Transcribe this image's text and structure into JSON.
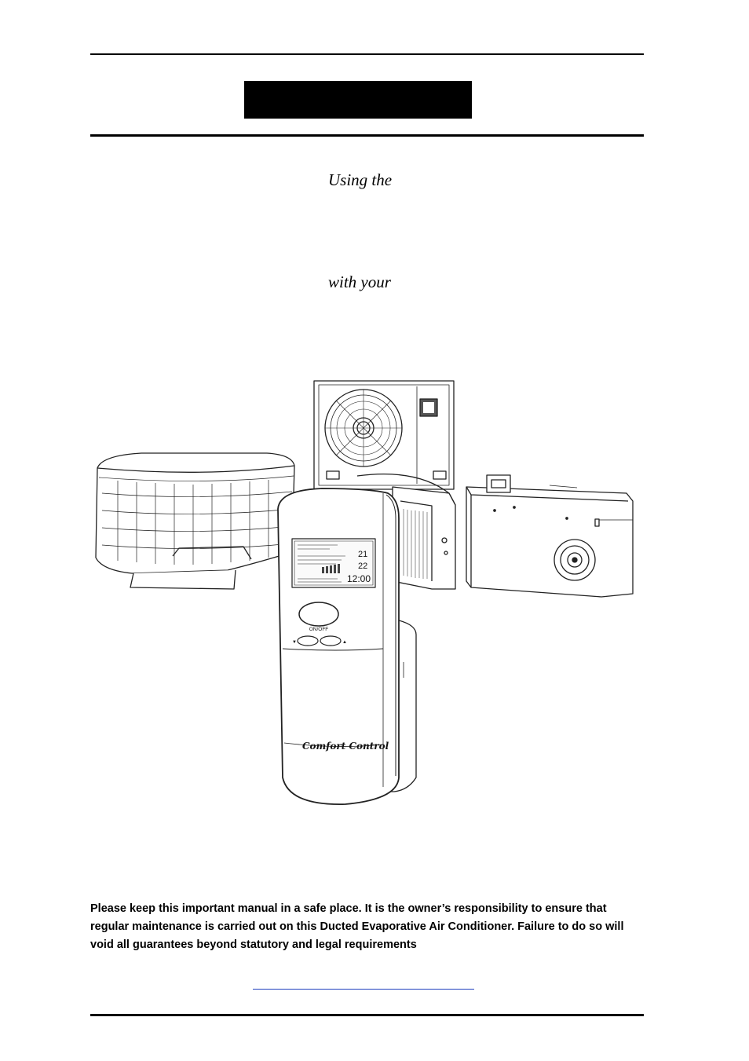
{
  "header": {
    "title_box_text": ""
  },
  "intro": {
    "line1": "Using the",
    "line2": "with your"
  },
  "remote": {
    "lcd_temp_1": "21",
    "lcd_temp_2": "22",
    "lcd_clock": "12:00",
    "button_label": "ON/OFF",
    "down_arrow": "▼",
    "up_arrow": "▲",
    "brand_script": "Comfort Control"
  },
  "notice": {
    "text": "Please keep this important manual in a safe place.  It is the owner’s responsibility to ensure that regular maintenance is carried out on this Ducted Evaporative Air Conditioner.  Failure to do so will void all guarantees beyond statutory and legal requirements"
  }
}
